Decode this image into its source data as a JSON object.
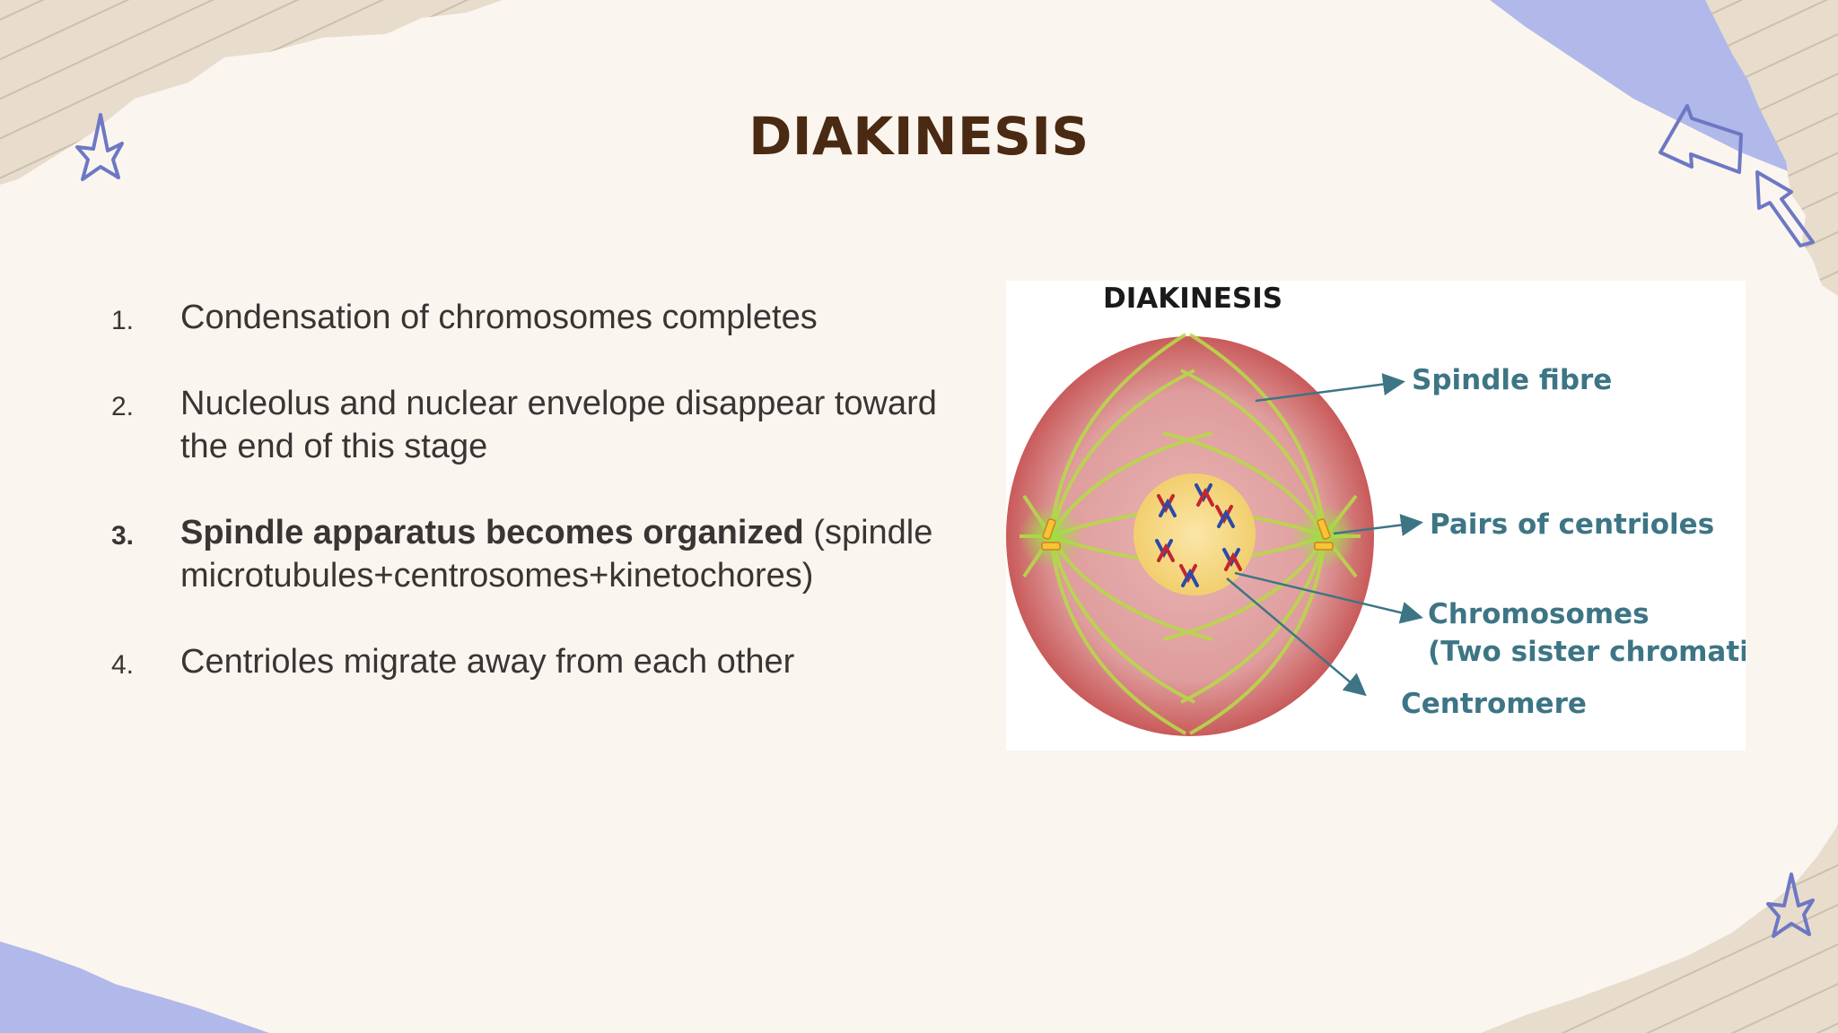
{
  "slide": {
    "title": "DIAKINESIS",
    "items": [
      {
        "number": "1.",
        "text": "Condensation of chromosomes completes"
      },
      {
        "number": "2.",
        "text": "Nucleolus and nuclear envelope disappear toward the end of this stage"
      },
      {
        "number": "3.",
        "bold_text": "Spindle apparatus becomes organized",
        "text": " (spindle microtubules+centrosomes+kinetochores)"
      },
      {
        "number": "4.",
        "text": "Centrioles migrate away from each other"
      }
    ]
  },
  "diagram": {
    "title": "DIAKINESIS",
    "labels": {
      "spindle_fibre": "Spindle fibre",
      "centrioles": "Pairs of centrioles",
      "chromosomes": "Chromosomes",
      "chromatids": "(Two sister chromatids)",
      "centromere": "Centromere"
    }
  },
  "colors": {
    "background": "#fbf5ef",
    "title": "#4a2a12",
    "text": "#3a3434",
    "label": "#3d7585",
    "paper_tan": "#e8dccd",
    "paper_blue": "#b1b8ea",
    "doodle": "#6d78c4"
  },
  "icons": [
    "star-doodle-icon",
    "arrow-doodle-icon"
  ]
}
